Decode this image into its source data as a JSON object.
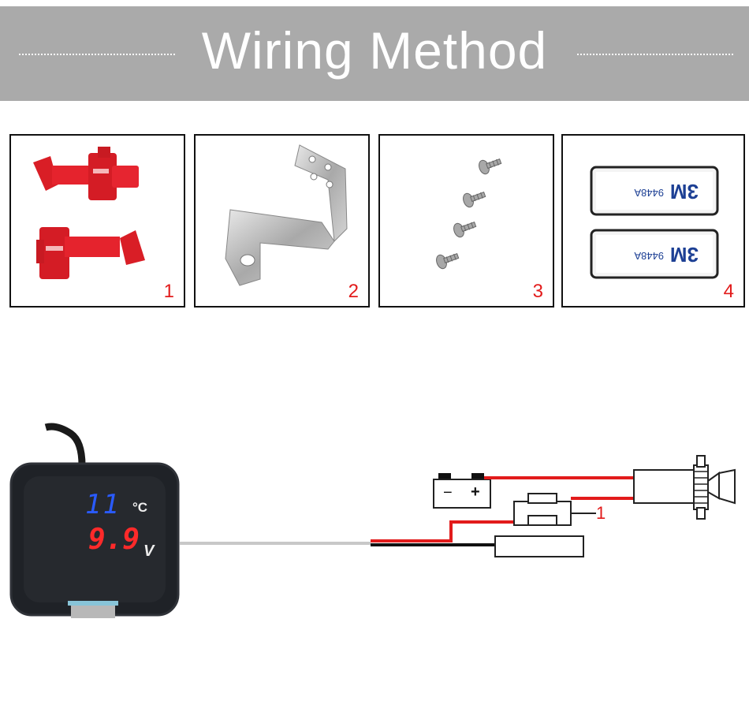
{
  "header": {
    "title": "Wiring Method",
    "background": "#aaaaaa"
  },
  "accessories": [
    {
      "number": "1",
      "icon": "red-wire-tap-connector-icon"
    },
    {
      "number": "2",
      "icon": "metal-mounting-bracket-icon"
    },
    {
      "number": "3",
      "icon": "screws-icon"
    },
    {
      "number": "4",
      "icon": "double-sided-tape-icon"
    }
  ],
  "tape_text": {
    "brand": "3M",
    "code": "9448A"
  },
  "meter": {
    "temperature": "11",
    "temperature_unit": "°C",
    "voltage": "9.9",
    "voltage_unit": "V"
  },
  "battery": {
    "negative": "−",
    "positive": "+"
  },
  "fuse_label": "1",
  "colors": {
    "accent": "#e21b1b",
    "wire_red": "#e21b1b",
    "wire_black": "#111111"
  }
}
